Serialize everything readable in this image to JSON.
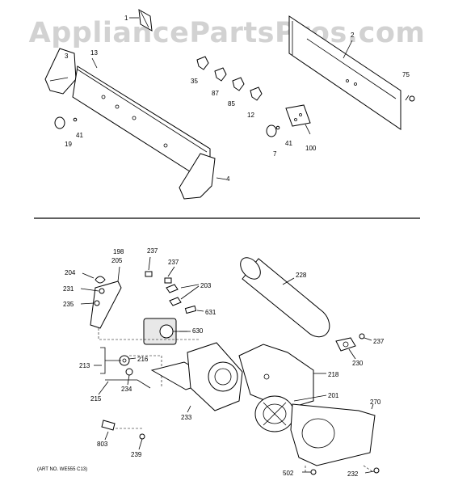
{
  "watermark": "AppliancePartsPros.com",
  "art_note": "(ART NO. WE555 C13)",
  "colors": {
    "line": "#000000",
    "watermark": "#d2d2d2",
    "background": "#ffffff"
  },
  "upper_labels": [
    "1",
    "2",
    "3",
    "13",
    "35",
    "87",
    "85",
    "12",
    "75",
    "19",
    "41",
    "7",
    "41",
    "100",
    "4"
  ],
  "lower_labels": [
    "198",
    "205",
    "204",
    "231",
    "235",
    "237",
    "237",
    "203",
    "631",
    "630",
    "228",
    "237",
    "230",
    "216",
    "213",
    "234",
    "215",
    "233",
    "218",
    "201",
    "270",
    "803",
    "239",
    "502",
    "232"
  ]
}
